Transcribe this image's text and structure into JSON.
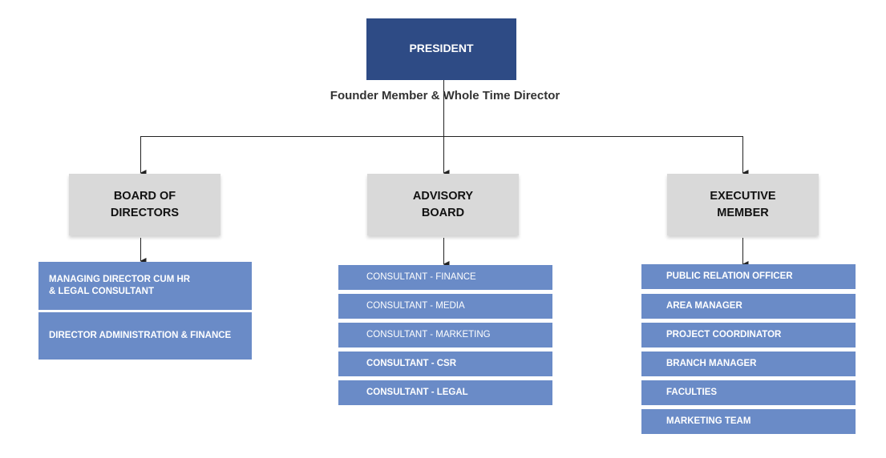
{
  "president": {
    "title": "PRESIDENT",
    "subtitle": "Founder Member & Whole Time Director"
  },
  "board_of_directors": {
    "title": "BOARD OF\nDIRECTORS",
    "items": [
      "MANAGING DIRECTOR CUM HR\n& LEGAL CONSULTANT",
      "DIRECTOR ADMINISTRATION & FINANCE"
    ]
  },
  "advisory_board": {
    "title": "ADVISORY\nBOARD",
    "items": [
      "CONSULTANT - FINANCE",
      "CONSULTANT -  MEDIA",
      "CONSULTANT -  MARKETING",
      "CONSULTANT - CSR",
      "CONSULTANT - LEGAL"
    ]
  },
  "executive_member": {
    "title": "EXECUTIVE\nMEMBER",
    "items": [
      "PUBLIC RELATION OFFICER",
      "AREA MANAGER",
      "PROJECT COORDINATOR",
      "BRANCH MANAGER",
      "FACULTIES",
      "MARKETING TEAM"
    ]
  },
  "colors": {
    "president_fill": "#2e4b85",
    "header_fill": "#d9d9d9",
    "item_fill": "#6a8bc7",
    "connector": "#222222"
  }
}
